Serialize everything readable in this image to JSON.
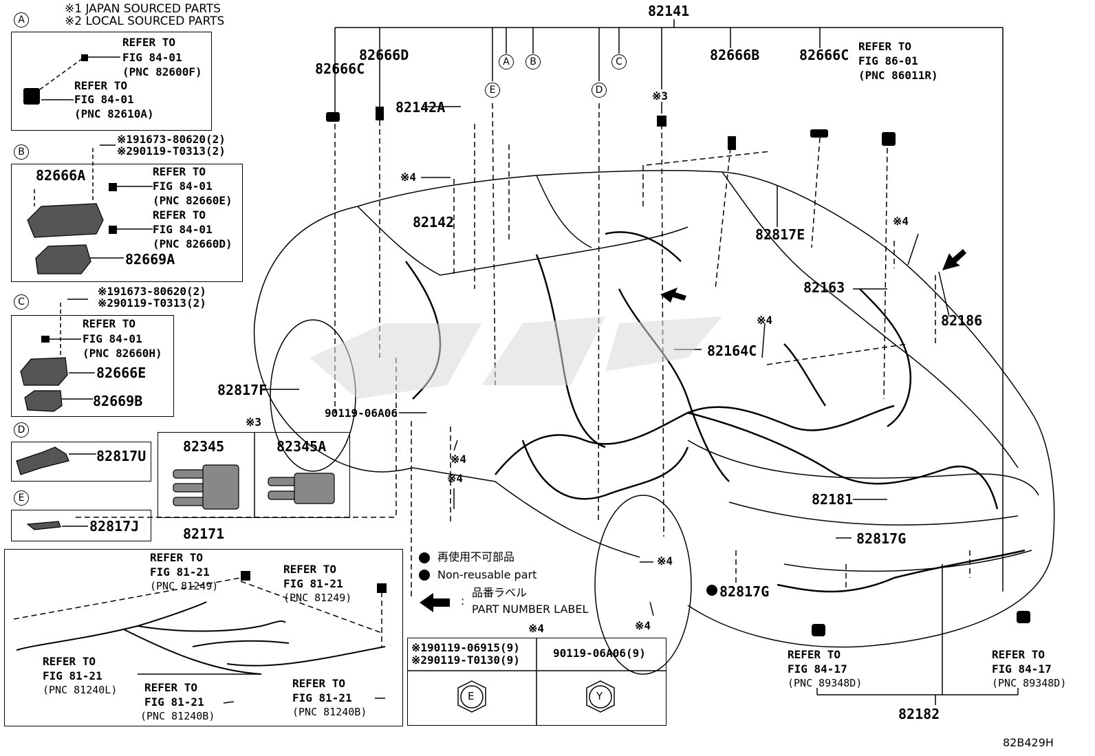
{
  "notes": {
    "line1": "※1 JAPAN SOURCED PARTS",
    "line2": "※2 LOCAL SOURCED PARTS"
  },
  "diagram_code": "82B429H",
  "main_part": "82141",
  "inset_a": {
    "label": "A",
    "ref1": [
      "REFER TO",
      "FIG 84-01",
      "(PNC 82600F)"
    ],
    "ref2": [
      "REFER TO",
      "FIG 84-01",
      "(PNC 82610A)"
    ]
  },
  "inset_b": {
    "label": "B",
    "screw1": "※191673-80620(2)",
    "screw2": "※290119-T0313(2)",
    "part1": "82666A",
    "ref1": [
      "REFER TO",
      "FIG 84-01",
      "(PNC 82660E)"
    ],
    "ref2": [
      "REFER TO",
      "FIG 84-01",
      "(PNC 82660D)"
    ],
    "part2": "82669A"
  },
  "inset_c": {
    "label": "C",
    "screw1": "※191673-80620(2)",
    "screw2": "※290119-T0313(2)",
    "ref1": [
      "REFER TO",
      "FIG 84-01",
      "(PNC 82660H)"
    ],
    "part1": "82666E",
    "part2": "82669B"
  },
  "inset_d": {
    "label": "D",
    "part": "82817U"
  },
  "inset_e": {
    "label": "E",
    "part": "82817J"
  },
  "fuse_box": {
    "mark": "※3",
    "left": "82345",
    "right": "82345A"
  },
  "bottom_harness": {
    "part": "82171",
    "refs": [
      [
        "REFER TO",
        "FIG 81-21",
        "(PNC 81249)"
      ],
      [
        "REFER TO",
        "FIG 81-21",
        "(PNC 81249)"
      ],
      [
        "REFER TO",
        "FIG 81-21",
        "(PNC 81240L)"
      ],
      [
        "REFER TO",
        "FIG 81-21",
        "(PNC 81240B)"
      ],
      [
        "REFER TO",
        "FIG 81-21",
        "(PNC 81240B)"
      ]
    ]
  },
  "legend": {
    "jp1": "再使用不可部品",
    "en1": "Non-reusable part",
    "jp2": "品番ラベル",
    "en2": "PART NUMBER LABEL",
    "colon": ":"
  },
  "bolt_table": {
    "mark": "※4",
    "col1_a": "※190119-06915(9)",
    "col1_b": "※290119-T0130(9)",
    "col2": "90119-06A06(9)",
    "sym1": "E",
    "sym2": "Y"
  },
  "labels": {
    "p82666C_a": "82666C",
    "p82666D": "82666D",
    "p82142A": "82142A",
    "p82142": "82142",
    "p82666B": "82666B",
    "p82666C_b": "82666C",
    "refer_86": [
      "REFER TO",
      "FIG 86-01",
      "(PNC 86011R)"
    ],
    "p82817E": "82817E",
    "p82163": "82163",
    "p82186": "82186",
    "p82164C": "82164C",
    "p82817F": "82817F",
    "p90119": "90119-06A06",
    "p82181": "82181",
    "p82817G_a": "82817G",
    "p82817G_b": "82817G",
    "p82182": "82182",
    "refer_84_17a": [
      "REFER TO",
      "FIG 84-17",
      "(PNC 89348D)"
    ],
    "refer_84_17b": [
      "REFER TO",
      "FIG 84-17",
      "(PNC 89348D)"
    ],
    "mark3": "※3",
    "mark4": "※4",
    "circle_a": "A",
    "circle_b": "B",
    "circle_c": "C",
    "circle_d": "D",
    "circle_e": "E"
  }
}
